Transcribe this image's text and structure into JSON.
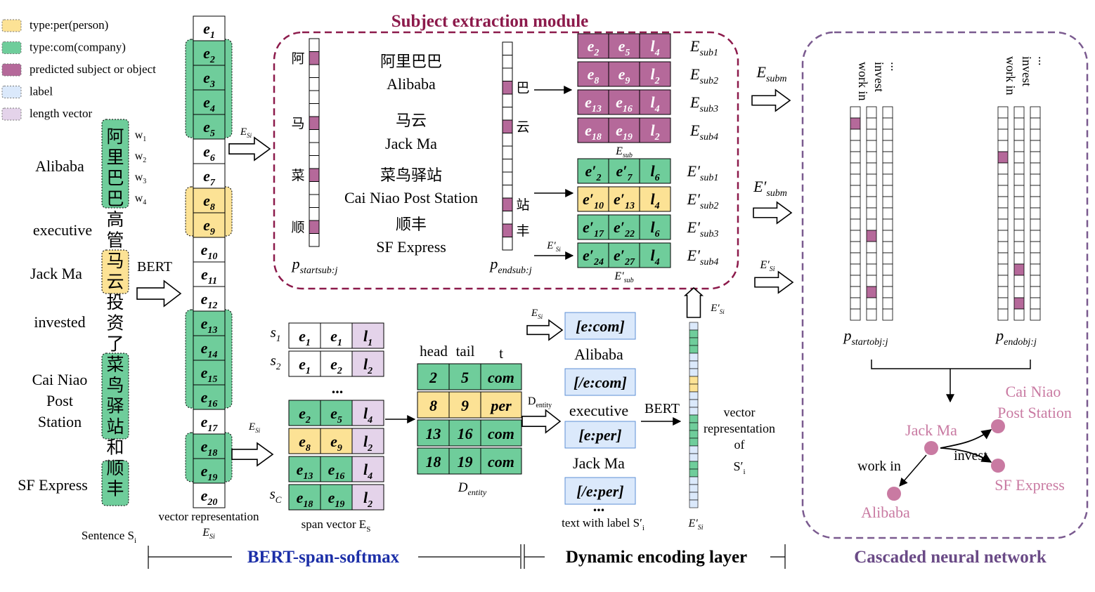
{
  "colors": {
    "per": "#fce295",
    "com": "#6fcd9b",
    "pred": "#b5699a",
    "label": "#dbe9fb",
    "length": "#e4d3ea",
    "subject_border": "#8c1a4b",
    "cascade_border": "#7a5a8f",
    "blue_title": "#1c2fa8",
    "purple_title": "#6a4a86",
    "node": "#c97aa2"
  },
  "legend": [
    {
      "text": "type:per(person)",
      "color": "per"
    },
    {
      "text": "type:com(company)",
      "color": "com"
    },
    {
      "text": "predicted subject or object",
      "color": "pred"
    },
    {
      "text": "label",
      "color": "label"
    },
    {
      "text": "length vector",
      "color": "length"
    }
  ],
  "sentence": {
    "english": [
      "Alibaba",
      "executive",
      "Jack Ma",
      "invested",
      "Cai Niao",
      "Post",
      "Station",
      "SF Express"
    ],
    "chars": [
      "阿",
      "里",
      "巴",
      "巴",
      "高",
      "管",
      "马",
      "云",
      "投",
      "资",
      "了",
      "菜",
      "鸟",
      "驿",
      "站",
      "和",
      "顺",
      "丰"
    ],
    "w_labels": [
      "w",
      "w",
      "w",
      "w"
    ],
    "w_subs": [
      "1",
      "2",
      "3",
      "4"
    ],
    "bert": "BERT",
    "caption": "Sentence S",
    "caption_sub": "i"
  },
  "vector_rep": {
    "caption_line1": "vector representation",
    "caption_E": "E",
    "caption_sub": "Si",
    "token_letter": "e",
    "tokens": [
      "1",
      "2",
      "3",
      "4",
      "5",
      "6",
      "7",
      "8",
      "9",
      "10",
      "11",
      "12",
      "13",
      "14",
      "15",
      "16",
      "17",
      "18",
      "19",
      "20"
    ],
    "esi_label": "E",
    "esi_sub": "Si"
  },
  "subject_module": {
    "title": "Subject extraction module",
    "start_chars": [
      "阿",
      "马",
      "菜",
      "顺"
    ],
    "end_chars": [
      "巴",
      "云",
      "站",
      "丰"
    ],
    "entities": [
      {
        "cn": "阿里巴巴",
        "en": "Alibaba"
      },
      {
        "cn": "马云",
        "en": "Jack Ma"
      },
      {
        "cn": "菜鸟驿站",
        "en": "Cai Niao Post Station"
      },
      {
        "cn": "顺丰",
        "en": "SF Express"
      }
    ],
    "p_start": "p",
    "p_start_sub": "startsub:j",
    "p_end": "p",
    "p_end_sub": "endsub:j",
    "esub_rows": [
      {
        "a": "2",
        "b": "5",
        "l": "4",
        "label_sub": "sub1"
      },
      {
        "a": "8",
        "b": "9",
        "l": "2",
        "label_sub": "sub2"
      },
      {
        "a": "13",
        "b": "16",
        "l": "4",
        "label_sub": "sub3"
      },
      {
        "a": "18",
        "b": "19",
        "l": "2",
        "label_sub": "sub4"
      }
    ],
    "esub_caption": "E",
    "esub_caption_sub": "sub",
    "esubp_rows": [
      {
        "a": "2",
        "b": "7",
        "l": "6",
        "label_sub": "sub1",
        "type": "com"
      },
      {
        "a": "10",
        "b": "13",
        "l": "4",
        "label_sub": "sub2",
        "type": "per"
      },
      {
        "a": "17",
        "b": "22",
        "l": "6",
        "label_sub": "sub3",
        "type": "com"
      },
      {
        "a": "24",
        "b": "27",
        "l": "4",
        "label_sub": "sub4",
        "type": "com"
      }
    ],
    "esubp_caption": "E′",
    "esubp_caption_sub": "sub",
    "esi_prime": "E′",
    "esi_prime_sub": "Si"
  },
  "span": {
    "rows": [
      {
        "s": "s",
        "s_sub": "1",
        "a": "1",
        "b": "1",
        "l": "1",
        "type": "none"
      },
      {
        "s": "s",
        "s_sub": "2",
        "a": "1",
        "b": "2",
        "l": "2",
        "type": "none"
      },
      {
        "s": "",
        "s_sub": "",
        "a": "2",
        "b": "5",
        "l": "4",
        "type": "com"
      },
      {
        "s": "",
        "s_sub": "",
        "a": "8",
        "b": "9",
        "l": "2",
        "type": "per"
      },
      {
        "s": "",
        "s_sub": "",
        "a": "13",
        "b": "16",
        "l": "4",
        "type": "com"
      },
      {
        "s": "s",
        "s_sub": "C",
        "a": "18",
        "b": "19",
        "l": "2",
        "type": "com"
      }
    ],
    "dots": "...",
    "caption": "span vector E",
    "caption_sub": "S"
  },
  "dentity": {
    "headers": [
      "head",
      "tail",
      "t"
    ],
    "rows": [
      {
        "head": "2",
        "tail": "5",
        "t": "com"
      },
      {
        "head": "8",
        "tail": "9",
        "t": "per"
      },
      {
        "head": "13",
        "tail": "16",
        "t": "com"
      },
      {
        "head": "18",
        "tail": "19",
        "t": "com"
      }
    ],
    "caption": "D",
    "caption_sub": "entity",
    "arrow_label": "D",
    "arrow_label_sub": "entity"
  },
  "labeled_text": {
    "items": [
      {
        "kind": "label",
        "text": "[e:com]"
      },
      {
        "kind": "text",
        "text": "Alibaba"
      },
      {
        "kind": "label",
        "text": "[/e:com]"
      },
      {
        "kind": "text",
        "text": "executive"
      },
      {
        "kind": "label",
        "text": "[e:per]"
      },
      {
        "kind": "text",
        "text": "Jack Ma"
      },
      {
        "kind": "label",
        "text": "[/e:per]"
      }
    ],
    "dots": "...",
    "caption": "text with label S′",
    "caption_sub": "i",
    "bert": "BERT",
    "vec_lines": [
      "vector",
      "representation",
      "of"
    ],
    "vec_s": "S′",
    "vec_s_sub": "i"
  },
  "cascade": {
    "e_subm": "E",
    "e_subm_sub": "subm",
    "ep_subm": "E′",
    "ep_subm_sub": "subm",
    "ep_si": "E′",
    "ep_si_sub": "Si",
    "columns": [
      "work in",
      "invest",
      "..."
    ],
    "p_start": "p",
    "p_start_sub": "startobj:j",
    "p_end": "p",
    "p_end_sub": "endobj:j",
    "nodes": {
      "center": "Jack Ma",
      "top_line1": "Cai Niao",
      "top_line2": "Post Station",
      "right": "SF Express",
      "bottom": "Alibaba"
    },
    "edge_work": "work in",
    "edge_invest": "invest"
  },
  "bottom": {
    "left": "BERT-span-softmax",
    "middle": "Dynamic encoding layer",
    "right": "Cascaded neural network"
  }
}
